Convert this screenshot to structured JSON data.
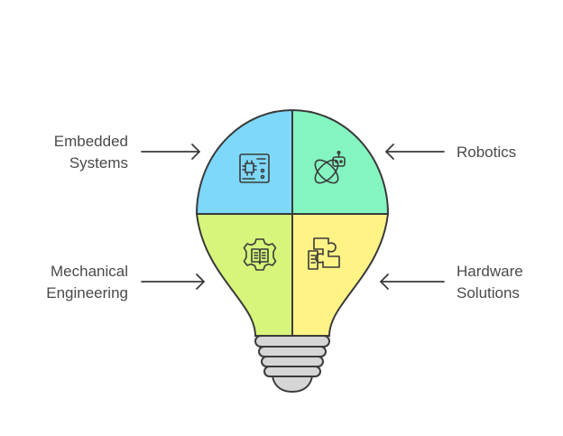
{
  "diagram": {
    "quadrants": [
      {
        "label_lines": [
          "Embedded",
          "Systems"
        ],
        "icon": "circuit-board-icon",
        "color": "#7ed8fa"
      },
      {
        "label_lines": [
          "Robotics"
        ],
        "icon": "robot-icon",
        "color": "#84f5c0"
      },
      {
        "label_lines": [
          "Mechanical",
          "Engineering"
        ],
        "icon": "gear-book-icon",
        "color": "#d6f57a"
      },
      {
        "label_lines": [
          "Hardware",
          "Solutions"
        ],
        "icon": "puzzle-piece-icon",
        "color": "#fff386"
      }
    ],
    "colors": {
      "outline": "#3a3a3a",
      "base": "#d6d6d6",
      "text": "#4a4a4a"
    }
  }
}
